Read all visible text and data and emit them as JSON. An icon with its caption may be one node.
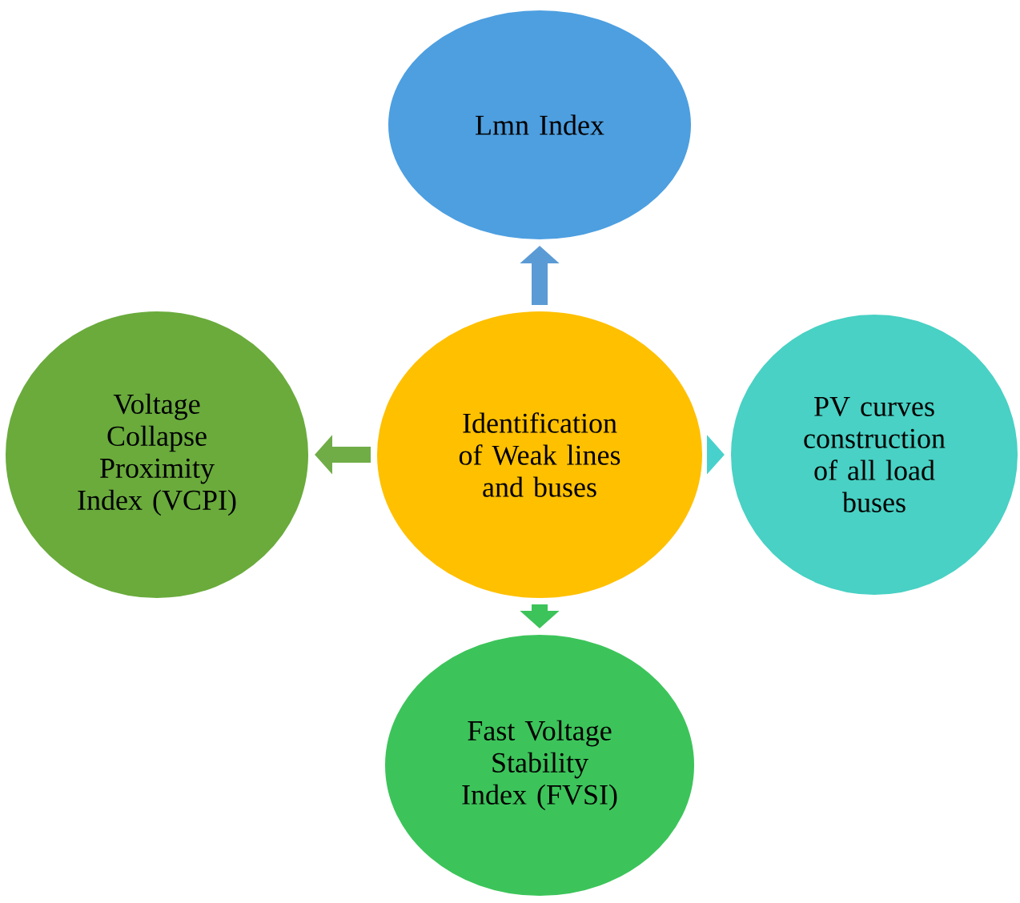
{
  "diagram": {
    "nodes": [
      {
        "text": [
          "Lmn Index"
        ]
      },
      {
        "text": [
          "Identification of Weak lines and buses"
        ]
      },
      {
        "text": [
          "Voltage Collapse Proximity Index (VCPI)"
        ]
      },
      {
        "text": [
          "PV curves construction of all load buses"
        ]
      },
      {
        "text": [
          "Fast Voltage Stability Index (FVSI)"
        ]
      }
    ],
    "edges": [
      {
        "from": 1,
        "to": 0,
        "arrow": "to",
        "color": "#5b9bd5"
      },
      {
        "from": 1,
        "to": 2,
        "arrow": "to",
        "color": "#70ad47"
      },
      {
        "from": 1,
        "to": 3,
        "arrow": "to",
        "color": "#48d1cc"
      },
      {
        "from": 1,
        "to": 4,
        "arrow": "to",
        "color": "#3cc35a"
      }
    ]
  }
}
